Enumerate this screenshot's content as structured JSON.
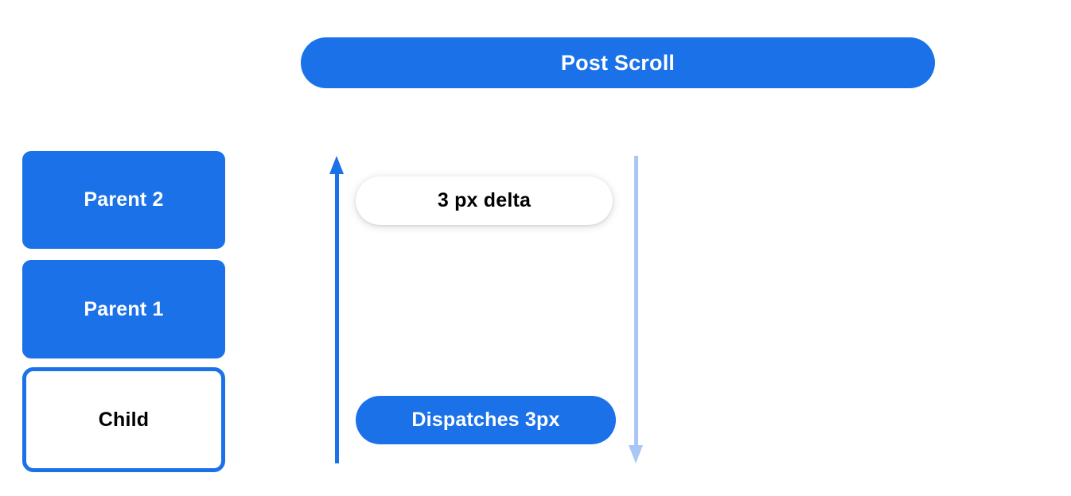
{
  "banner": {
    "title": "Post Scroll",
    "background_color": "#1B72E8",
    "text_color": "#FFFFFF"
  },
  "nodes": [
    {
      "id": "parent-2",
      "label": "Parent 2",
      "style": "filled",
      "fill_color": "#1B72E8",
      "text_color": "#FFFFFF"
    },
    {
      "id": "parent-1",
      "label": "Parent 1",
      "style": "filled",
      "fill_color": "#1B72E8",
      "text_color": "#FFFFFF"
    },
    {
      "id": "child",
      "label": "Child",
      "style": "outlined",
      "fill_color": "#FFFFFF",
      "border_color": "#1B72E8",
      "text_color": "#000000"
    }
  ],
  "arrows": [
    {
      "id": "arrow-up",
      "direction": "up",
      "color": "#1B72E8",
      "icon": "arrow-up-icon"
    },
    {
      "id": "arrow-down",
      "direction": "down",
      "color": "#A8C7F5",
      "icon": "arrow-down-icon"
    }
  ],
  "callouts": [
    {
      "id": "delta",
      "label": "3 px delta",
      "style": "white",
      "fill_color": "#FFFFFF",
      "text_color": "#000000"
    },
    {
      "id": "dispatch",
      "label": "Dispatches 3px",
      "style": "blue",
      "fill_color": "#1B72E8",
      "text_color": "#FFFFFF"
    }
  ]
}
